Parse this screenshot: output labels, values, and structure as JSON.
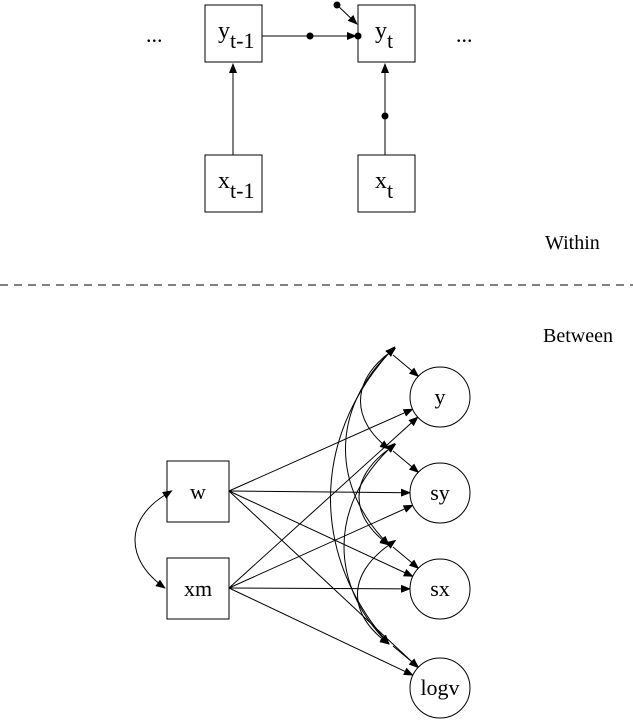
{
  "within": {
    "label": "Within",
    "ellipsis": "...",
    "nodes": {
      "y_prev": {
        "base": "y",
        "sub": "t-1"
      },
      "y_cur": {
        "base": "y",
        "sub": "t"
      },
      "x_prev": {
        "base": "x",
        "sub": "t-1"
      },
      "x_cur": {
        "base": "x",
        "sub": "t"
      }
    }
  },
  "between": {
    "label": "Between",
    "observed": [
      "w",
      "xm"
    ],
    "latent": [
      "y",
      "sy",
      "sx",
      "logv"
    ]
  }
}
